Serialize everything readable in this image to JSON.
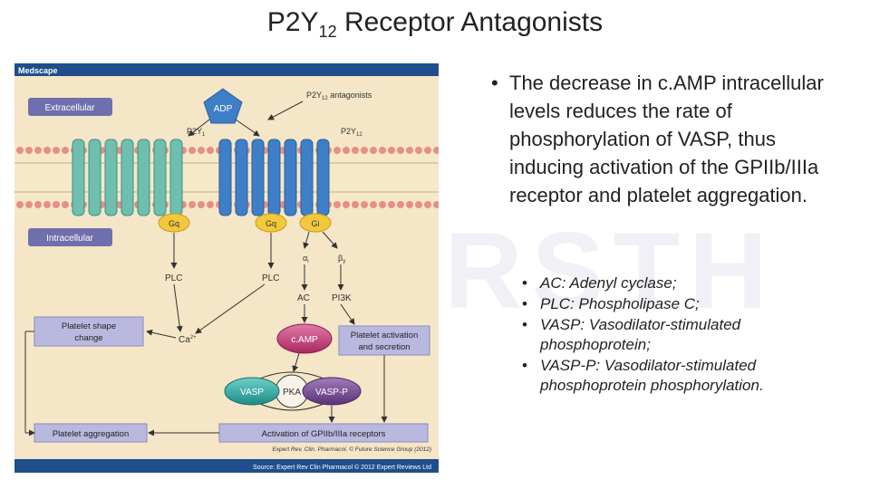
{
  "slide": {
    "title_main": "P2Y",
    "title_sub": "12",
    "title_rest": " Receptor Antagonists",
    "bullet_main": "The decrease in c.AMP intracellular levels reduces the rate of phosphorylation of VASP, thus inducing activation of the GPIIb/IIIa receptor and platelet aggregation.",
    "abbreviations": [
      "AC: Adenyl cyclase;",
      " PLC: Phospholipase C;",
      " VASP: Vasodilator-stimulated phosphoprotein;",
      "VASP-P: Vasodilator-stimulated phosphoprotein phosphorylation."
    ],
    "watermark": "RSTH"
  },
  "figure": {
    "header": "Medscape",
    "extracellular": "Extracellular",
    "intracellular": "Intracellular",
    "adp": "ADP",
    "antagonists_main": "P2Y",
    "antagonists_sub": "12",
    "antagonists_rest": " antagonists",
    "p2y1": "P2Y",
    "p2y1_sub": "1",
    "p2y12": "P2Y",
    "p2y12_sub": "12",
    "gq1": "Gq",
    "gq2": "Gq",
    "gi": "Gi",
    "alpha": "α",
    "alpha_sub": "i",
    "beta": "β",
    "beta_sub": "γ",
    "plc1": "PLC",
    "plc2": "PLC",
    "ac": "AC",
    "pi3k": "PI3K",
    "ca": "Ca",
    "ca_sup": "2+",
    "camp": "c.AMP",
    "shape_change_line1": "Platelet shape",
    "shape_change_line2": "change",
    "activation_line1": "Platelet activation",
    "activation_line2": "and secretion",
    "vasp": "VASP",
    "pka": "PKA",
    "vaspp": "VASP-P",
    "aggregation": "Platelet aggregation",
    "gpiib": "Activation of GPIIb/IIIa receptors",
    "credit": "Expert Rev. Clin. Pharmacol. © Future Science Group (2012)",
    "source": "Source: Expert Rev Clin Pharmacol © 2012 Expert Reviews Ltd",
    "colors": {
      "background": "#f4e6c6",
      "header": "#1f4e8c",
      "label_box": "#6f6fae",
      "receptor_teal": "#6fbfb0",
      "receptor_blue": "#3e7fc7",
      "gprotein": "#f2c83c",
      "camp": "#c0417a",
      "vasp": "#2aa7a0",
      "vaspp": "#7a4a93",
      "outcome_box": "#b9b9e0"
    }
  }
}
